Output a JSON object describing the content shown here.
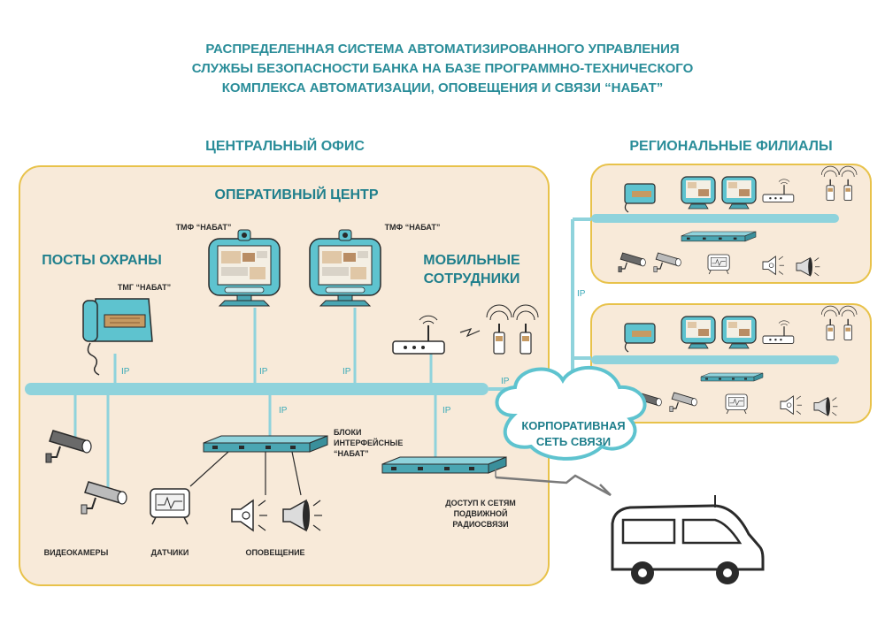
{
  "title": {
    "line1": "РАСПРЕДЕЛЕННАЯ СИСТЕМА АВТОМАТИЗИРОВАННОГО УПРАВЛЕНИЯ",
    "line2": "СЛУЖБЫ БЕЗОПАСНОСТИ БАНКА НА БАЗЕ ПРОГРАММНО-ТЕХНИЧЕСКОГО",
    "line3": "КОМПЛЕКСА АВТОМАТИЗАЦИИ, ОПОВЕЩЕНИЯ И СВЯЗИ “НАБАТ”"
  },
  "central_office": {
    "label": "ЦЕНТРАЛЬНЫЙ ОФИС",
    "operations_center": "ОПЕРАТИВНЫЙ ЦЕНТР",
    "guard_posts": "ПОСТЫ ОХРАНЫ",
    "mobile_staff_line1": "МОБИЛЬНЫЕ",
    "mobile_staff_line2": "СОТРУДНИКИ",
    "tmf_label_1": "ТМФ “НАБАТ”",
    "tmf_label_2": "ТМФ “НАБАТ”",
    "tmg_label": "ТМГ “НАБАТ”",
    "interface_blocks_line1": "БЛОКИ",
    "interface_blocks_line2": "ИНТЕРФЕЙСНЫЕ",
    "interface_blocks_line3": "“НАБАТ”",
    "radio_access_line1": "ДОСТУП К СЕТЯМ",
    "radio_access_line2": "ПОДВИЖНОЙ",
    "radio_access_line3": "РАДИОСВЯЗИ",
    "cameras_caption": "ВИДЕОКАМЕРЫ",
    "sensors_caption": "ДАТЧИКИ",
    "alerting_caption": "ОПОВЕЩЕНИЕ",
    "ip_labels": [
      "IP",
      "IP",
      "IP",
      "IP",
      "IP",
      "IP"
    ]
  },
  "regional": {
    "label": "РЕГИОНАЛЬНЫЕ ФИЛИАЛЫ",
    "ip_label": "IP"
  },
  "network": {
    "line1": "КОРПОРАТИВНАЯ",
    "line2": "СЕТЬ СВЯЗИ"
  },
  "colors": {
    "accent": "#2a8d99",
    "bus": "#8fd3dc",
    "device": "#5ec3cf",
    "panel_fill": "#f8ead9",
    "panel_border": "#e8c24a",
    "gray_device": "#9a9a9a"
  }
}
